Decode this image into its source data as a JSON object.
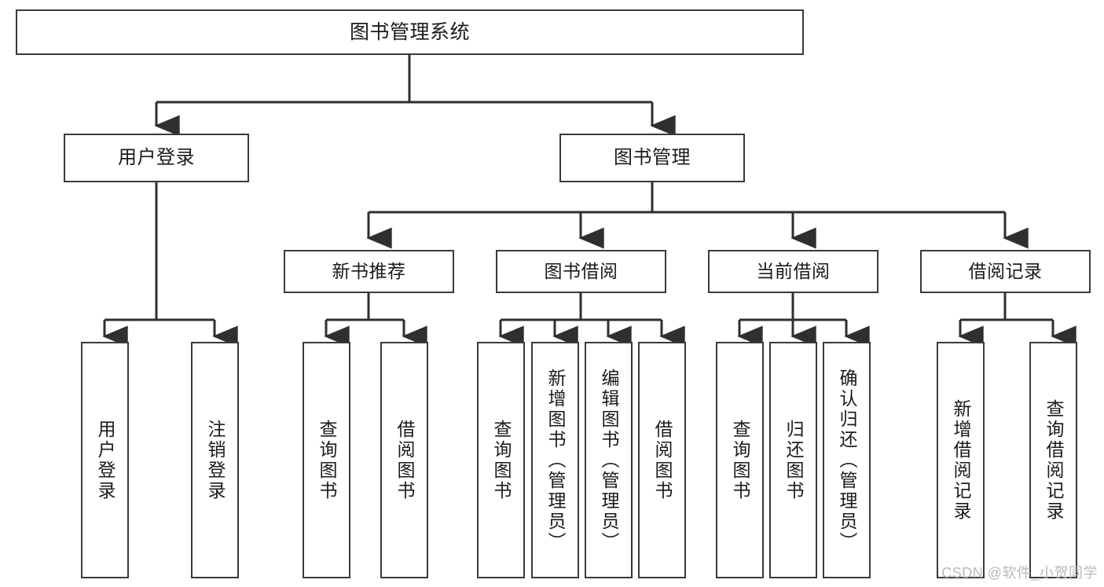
{
  "diagram": {
    "type": "tree-hierarchy-chart",
    "title": "图书管理系统",
    "line_color": "#3a3a3a",
    "box_fill": "#ffffff",
    "text_color": "#1b1b1b",
    "root": {
      "label": "图书管理系统"
    },
    "level2": [
      {
        "label": "用户登录"
      },
      {
        "label": "图书管理"
      }
    ],
    "level3": [
      {
        "label": "新书推荐"
      },
      {
        "label": "图书借阅"
      },
      {
        "label": "当前借阅"
      },
      {
        "label": "借阅记录"
      }
    ],
    "leaves": {
      "user_login": [
        {
          "label": "用户登录"
        },
        {
          "label": "注销登录"
        }
      ],
      "new_book_recommend": [
        {
          "label": "查询图书"
        },
        {
          "label": "借阅图书"
        }
      ],
      "book_borrow": [
        {
          "label": "查询图书"
        },
        {
          "label": "新增图书（管理员）"
        },
        {
          "label": "编辑图书（管理员）"
        },
        {
          "label": "借阅图书"
        }
      ],
      "current_borrow": [
        {
          "label": "查询图书"
        },
        {
          "label": "归还图书"
        },
        {
          "label": "确认归还（管理员）"
        }
      ],
      "borrow_record": [
        {
          "label": "新增借阅记录"
        },
        {
          "label": "查询借阅记录"
        }
      ]
    }
  },
  "watermark": {
    "text": "CSDN @软件_小贺同学",
    "color": "#b9b9b9"
  }
}
